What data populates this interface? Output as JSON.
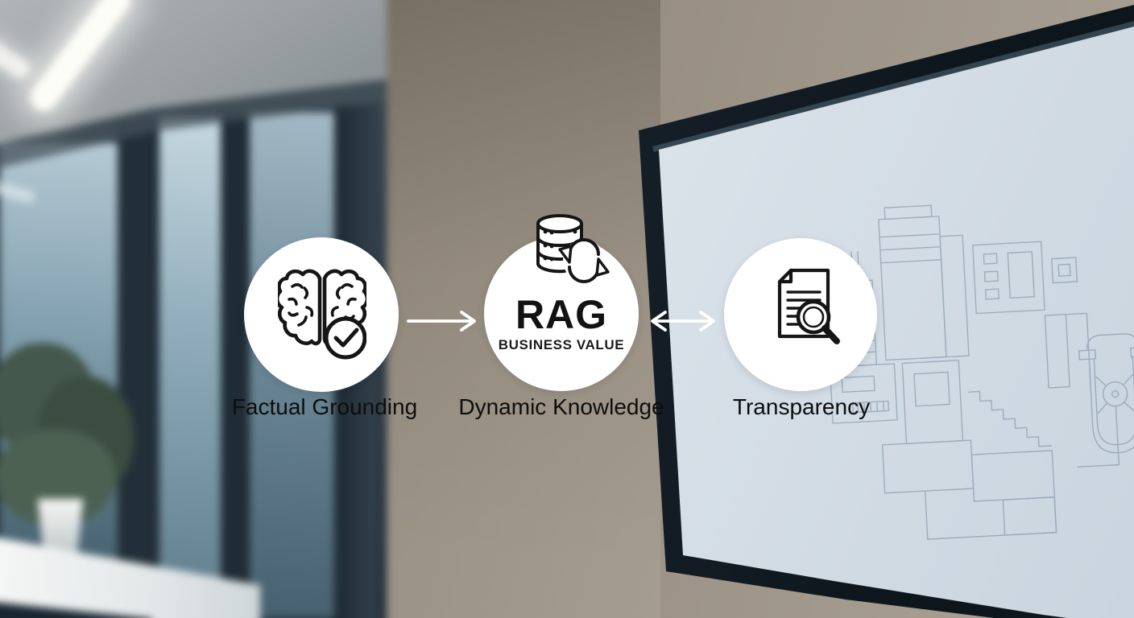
{
  "diagram": {
    "center": {
      "title": "RAG",
      "subtitle": "BUSINESS VALUE",
      "icon": "database-sync-icon"
    },
    "nodes": [
      {
        "label": "Factual Grounding",
        "icon": "brain-check-icon"
      },
      {
        "label": "Dynamic Knowledge",
        "icon": "database-sync-icon"
      },
      {
        "label": "Transparency",
        "icon": "document-magnifier-icon"
      }
    ],
    "connectors": [
      {
        "type": "single-arrow-right",
        "from": "Factual Grounding",
        "to": "Dynamic Knowledge"
      },
      {
        "type": "double-headed-arrow",
        "from": "Dynamic Knowledge",
        "to": "Transparency"
      }
    ],
    "colors": {
      "node_fill": "#ffffff",
      "icon_stroke": "#151515",
      "label_color": "#0d0d0d",
      "arrow_color": "#ffffff",
      "screen_wireframe": "#6d8096"
    }
  }
}
